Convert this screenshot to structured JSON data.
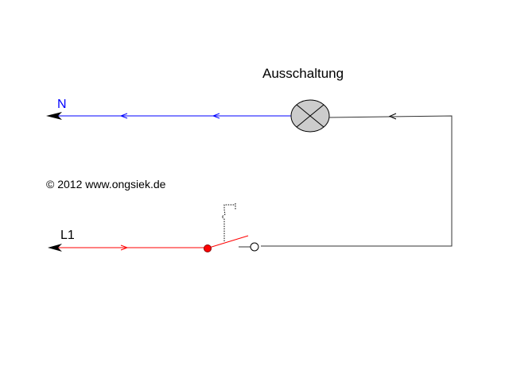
{
  "title": "Ausschaltung",
  "labels": {
    "neutral": "N",
    "phase": "L1",
    "copyright": "© 2012 www.ongsiek.de"
  },
  "colors": {
    "neutral": "#0000ff",
    "phase": "#ff0000",
    "return": "#000000",
    "lamp_fill": "#cccccc",
    "dot": "#ff0000"
  }
}
